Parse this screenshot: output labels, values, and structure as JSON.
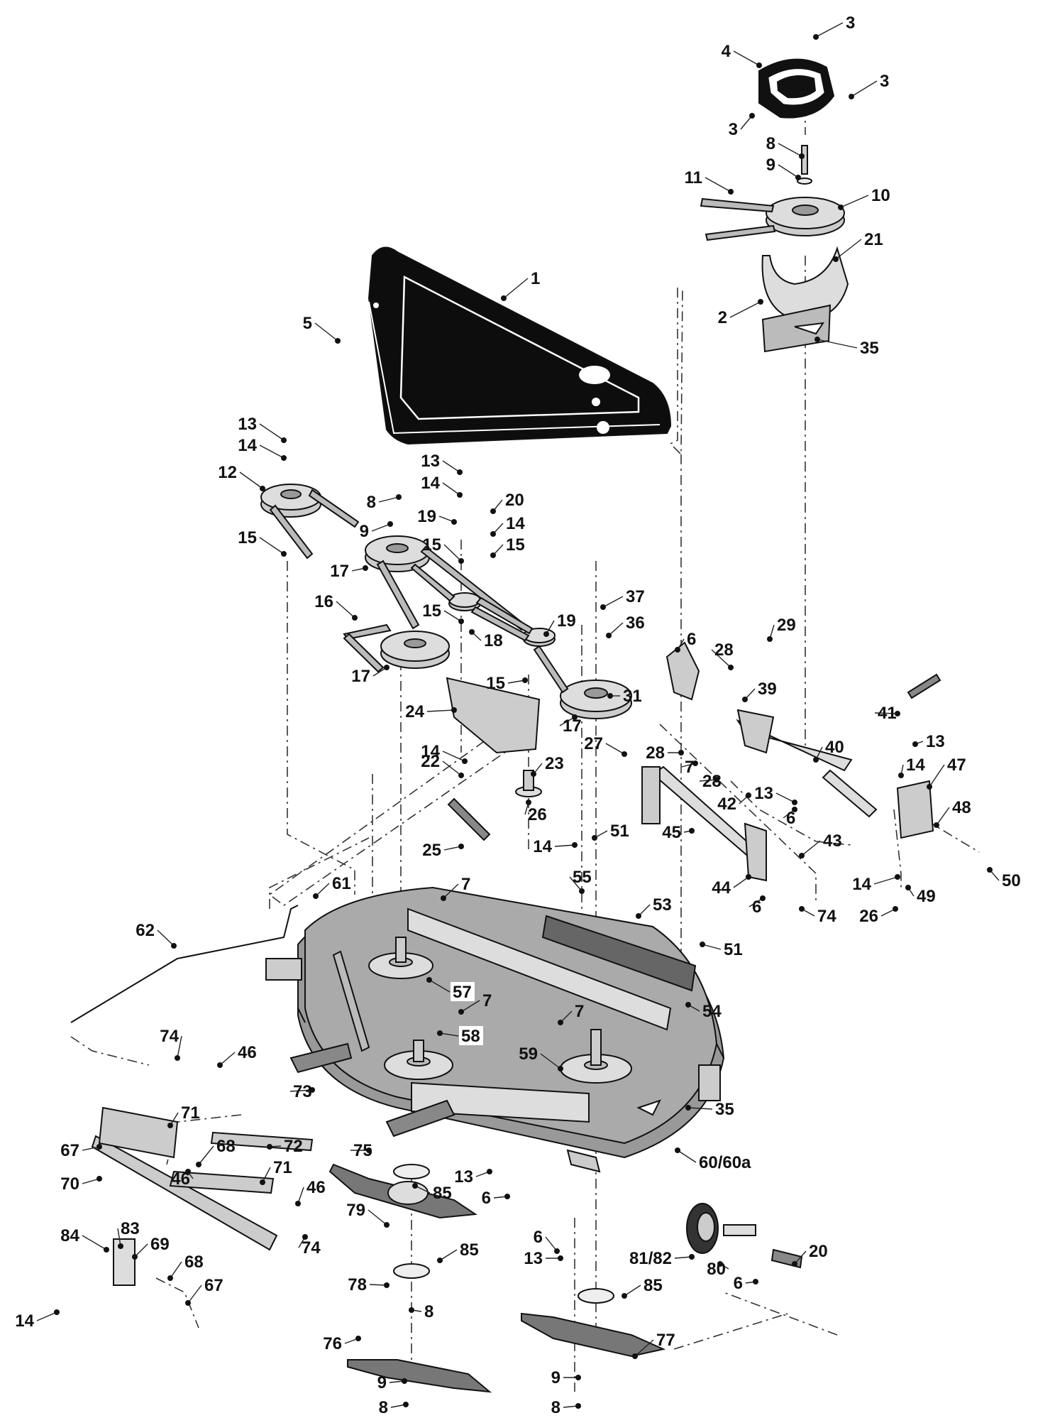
{
  "diagram": {
    "labels": [
      {
        "id": "l1",
        "text": "3"
      },
      {
        "id": "l2",
        "text": "4"
      },
      {
        "id": "l3",
        "text": "3"
      },
      {
        "id": "l4",
        "text": "3"
      },
      {
        "id": "l5",
        "text": "8"
      },
      {
        "id": "l6",
        "text": "9"
      },
      {
        "id": "l7",
        "text": "11"
      },
      {
        "id": "l8",
        "text": "10"
      },
      {
        "id": "l9",
        "text": "21"
      },
      {
        "id": "l10",
        "text": "2"
      },
      {
        "id": "l11",
        "text": "35"
      },
      {
        "id": "l12",
        "text": "1"
      },
      {
        "id": "l13",
        "text": "5"
      },
      {
        "id": "l14",
        "text": "13"
      },
      {
        "id": "l15",
        "text": "14"
      },
      {
        "id": "l16",
        "text": "12"
      },
      {
        "id": "l17",
        "text": "15"
      },
      {
        "id": "l18",
        "text": "8"
      },
      {
        "id": "l19",
        "text": "9"
      },
      {
        "id": "l20",
        "text": "17"
      },
      {
        "id": "l21",
        "text": "13"
      },
      {
        "id": "l22",
        "text": "14"
      },
      {
        "id": "l23",
        "text": "20"
      },
      {
        "id": "l24",
        "text": "19"
      },
      {
        "id": "l25",
        "text": "14"
      },
      {
        "id": "l26",
        "text": "15"
      },
      {
        "id": "l27",
        "text": "15"
      },
      {
        "id": "l28",
        "text": "16"
      },
      {
        "id": "l29",
        "text": "15"
      },
      {
        "id": "l30",
        "text": "18"
      },
      {
        "id": "l31",
        "text": "37"
      },
      {
        "id": "l32",
        "text": "19"
      },
      {
        "id": "l33",
        "text": "36"
      },
      {
        "id": "l34",
        "text": "17"
      },
      {
        "id": "l35",
        "text": "15"
      },
      {
        "id": "l36",
        "text": "31"
      },
      {
        "id": "l37",
        "text": "17"
      },
      {
        "id": "l38",
        "text": "6"
      },
      {
        "id": "l39",
        "text": "29"
      },
      {
        "id": "l40",
        "text": "28"
      },
      {
        "id": "l41",
        "text": "39"
      },
      {
        "id": "l42",
        "text": "24"
      },
      {
        "id": "l43",
        "text": "27"
      },
      {
        "id": "l44",
        "text": "14"
      },
      {
        "id": "l45",
        "text": "41"
      },
      {
        "id": "l46",
        "text": "40"
      },
      {
        "id": "l47",
        "text": "13"
      },
      {
        "id": "l48",
        "text": "28"
      },
      {
        "id": "l49",
        "text": "7"
      },
      {
        "id": "l50",
        "text": "28"
      },
      {
        "id": "l51",
        "text": "14"
      },
      {
        "id": "l52",
        "text": "22"
      },
      {
        "id": "l53",
        "text": "23"
      },
      {
        "id": "l54",
        "text": "47"
      },
      {
        "id": "l55",
        "text": "26"
      },
      {
        "id": "l56",
        "text": "13"
      },
      {
        "id": "l57",
        "text": "42"
      },
      {
        "id": "l58",
        "text": "6"
      },
      {
        "id": "l59",
        "text": "48"
      },
      {
        "id": "l60",
        "text": "25"
      },
      {
        "id": "l61",
        "text": "14"
      },
      {
        "id": "l62",
        "text": "51"
      },
      {
        "id": "l63",
        "text": "45"
      },
      {
        "id": "l64",
        "text": "43"
      },
      {
        "id": "l65",
        "text": "55"
      },
      {
        "id": "l66",
        "text": "7"
      },
      {
        "id": "l67",
        "text": "61"
      },
      {
        "id": "l68",
        "text": "44"
      },
      {
        "id": "l69",
        "text": "6"
      },
      {
        "id": "l70",
        "text": "74"
      },
      {
        "id": "l71",
        "text": "14"
      },
      {
        "id": "l72",
        "text": "49"
      },
      {
        "id": "l73",
        "text": "50"
      },
      {
        "id": "l74",
        "text": "26"
      },
      {
        "id": "l75",
        "text": "53"
      },
      {
        "id": "l76",
        "text": "62"
      },
      {
        "id": "l77",
        "text": "51"
      },
      {
        "id": "l78",
        "text": "57"
      },
      {
        "id": "l79",
        "text": "7"
      },
      {
        "id": "l80",
        "text": "7"
      },
      {
        "id": "l81",
        "text": "54"
      },
      {
        "id": "l82",
        "text": "58"
      },
      {
        "id": "l83",
        "text": "74"
      },
      {
        "id": "l84",
        "text": "46"
      },
      {
        "id": "l85",
        "text": "59"
      },
      {
        "id": "l86",
        "text": "73"
      },
      {
        "id": "l87",
        "text": "35"
      },
      {
        "id": "l88",
        "text": "71"
      },
      {
        "id": "l89",
        "text": "67"
      },
      {
        "id": "l90",
        "text": "68"
      },
      {
        "id": "l91",
        "text": "72"
      },
      {
        "id": "l92",
        "text": "75"
      },
      {
        "id": "l93",
        "text": "60/60a"
      },
      {
        "id": "l94",
        "text": "70"
      },
      {
        "id": "l95",
        "text": "46"
      },
      {
        "id": "l96",
        "text": "71"
      },
      {
        "id": "l97",
        "text": "46"
      },
      {
        "id": "l98",
        "text": "13"
      },
      {
        "id": "l99",
        "text": "6"
      },
      {
        "id": "l100",
        "text": "85"
      },
      {
        "id": "l101",
        "text": "79"
      },
      {
        "id": "l102",
        "text": "74"
      },
      {
        "id": "l103",
        "text": "84"
      },
      {
        "id": "l104",
        "text": "83"
      },
      {
        "id": "l105",
        "text": "69"
      },
      {
        "id": "l106",
        "text": "68"
      },
      {
        "id": "l107",
        "text": "6"
      },
      {
        "id": "l108",
        "text": "13"
      },
      {
        "id": "l109",
        "text": "85"
      },
      {
        "id": "l110",
        "text": "81/82"
      },
      {
        "id": "l111",
        "text": "80"
      },
      {
        "id": "l112",
        "text": "20"
      },
      {
        "id": "l113",
        "text": "6"
      },
      {
        "id": "l114",
        "text": "67"
      },
      {
        "id": "l115",
        "text": "78"
      },
      {
        "id": "l116",
        "text": "14"
      },
      {
        "id": "l117",
        "text": "8"
      },
      {
        "id": "l118",
        "text": "85"
      },
      {
        "id": "l119",
        "text": "76"
      },
      {
        "id": "l120",
        "text": "77"
      },
      {
        "id": "l121",
        "text": "9"
      },
      {
        "id": "l122",
        "text": "9"
      },
      {
        "id": "l123",
        "text": "8"
      },
      {
        "id": "l124",
        "text": "8"
      }
    ]
  }
}
